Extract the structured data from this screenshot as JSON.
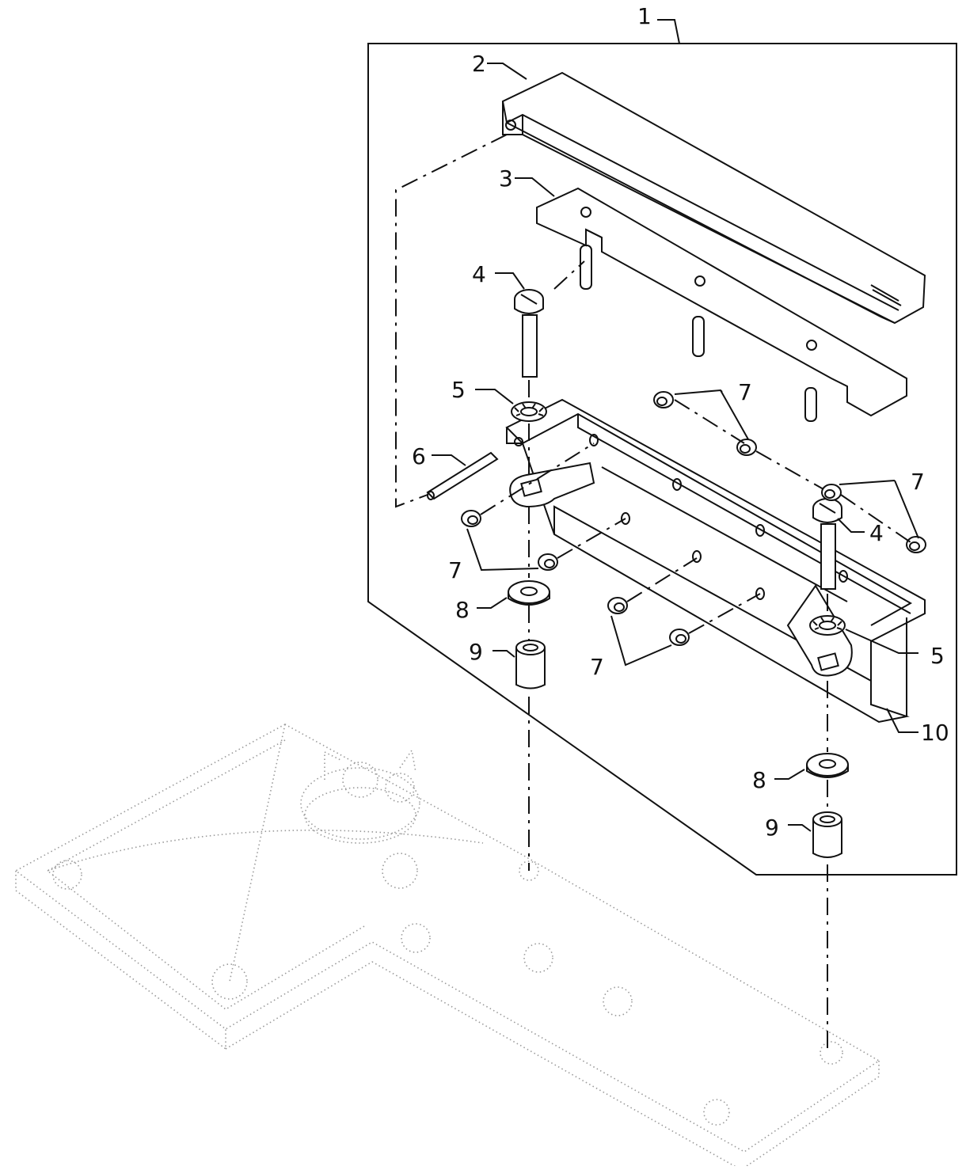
{
  "callouts": {
    "assembly": "1",
    "cover": "2",
    "plate": "3",
    "screw_upper": "4",
    "screw_lower": "4",
    "lockwasher_left": "5",
    "lockwasher_right": "5",
    "pin": "6",
    "insert_top": "7",
    "insert_right": "7",
    "insert_left": "7",
    "insert_bottom": "7",
    "washer_left": "8",
    "washer_right": "8",
    "spacer_left": "9",
    "spacer_right": "9",
    "housing": "10"
  },
  "colors": {
    "line": "#111111",
    "phantom": "#9a9a9a",
    "background": "#ffffff"
  }
}
